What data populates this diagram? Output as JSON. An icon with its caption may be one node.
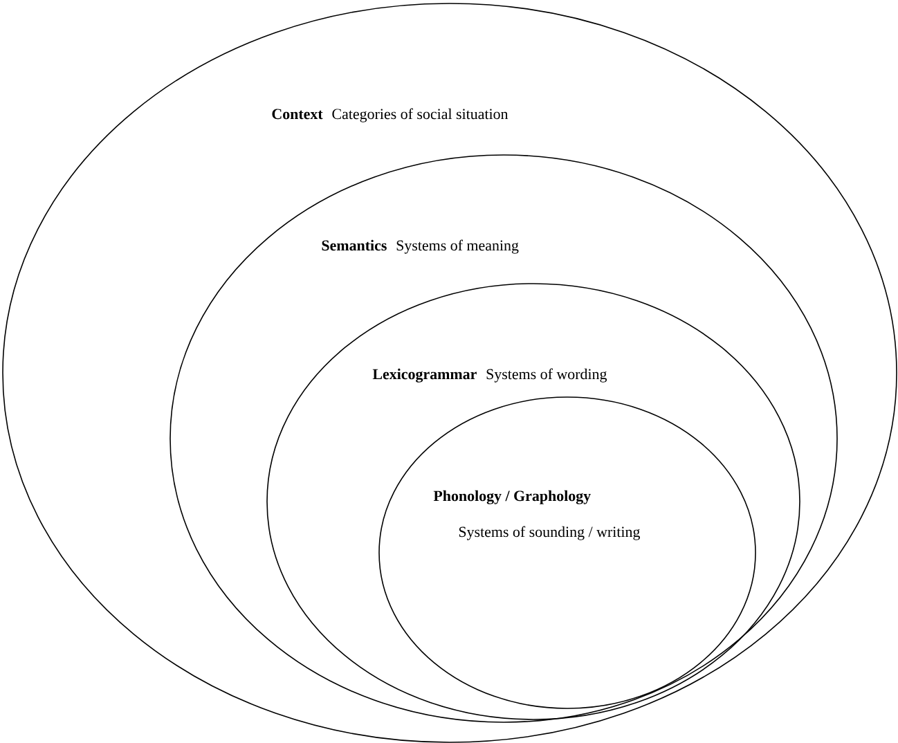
{
  "diagram": {
    "nodes": [
      {
        "text": [
          "Context",
          "Categories of social situation"
        ]
      },
      {
        "text": [
          "Semantics",
          "Systems of meaning"
        ],
        "in": 0
      },
      {
        "text": [
          "Lexicogrammar",
          "Systems of wording"
        ],
        "in": 1
      },
      {
        "text": [
          "Phonology / Graphology",
          "Systems of sounding / writing"
        ],
        "in": 2
      }
    ],
    "edges": []
  }
}
